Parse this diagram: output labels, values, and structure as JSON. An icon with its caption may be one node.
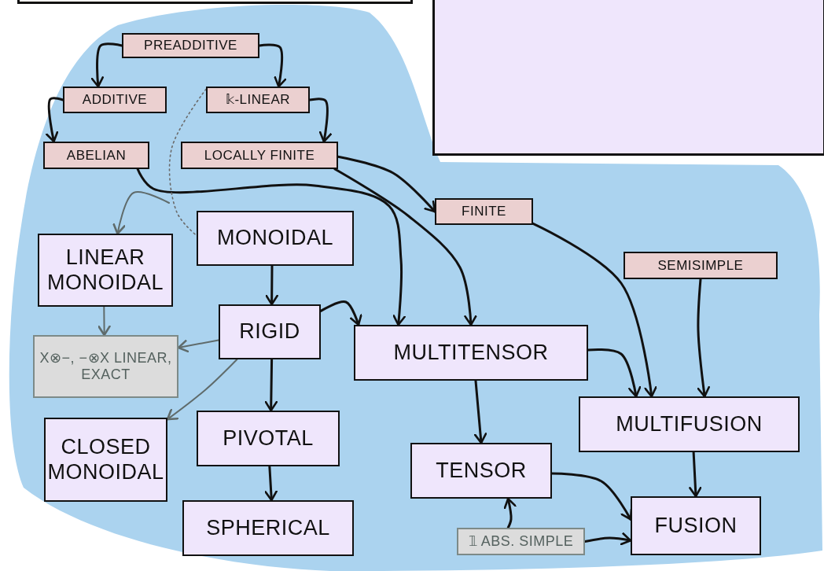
{
  "diagram": {
    "nodes": [
      {
        "text": [],
        "shape": "box"
      },
      {
        "text": [],
        "shape": "box"
      },
      {
        "text": [
          "PREADDITIVE"
        ]
      },
      {
        "text": [
          "ADDITIVE"
        ]
      },
      {
        "text": [
          "𝕜-LINEAR"
        ]
      },
      {
        "text": [
          "ABELIAN"
        ]
      },
      {
        "text": [
          "LOCALLY FINITE"
        ]
      },
      {
        "text": [
          "FINITE"
        ]
      },
      {
        "text": [
          "MONOIDAL"
        ]
      },
      {
        "text": [
          "LINEAR MONOIDAL"
        ]
      },
      {
        "text": [
          "RIGID"
        ]
      },
      {
        "text": [
          "X⊗−, −⊗X LINEAR, EXACT"
        ]
      },
      {
        "text": [
          "MULTITENSOR"
        ]
      },
      {
        "text": [
          "SEMISIMPLE"
        ]
      },
      {
        "text": [
          "CLOSED MONOIDAL"
        ]
      },
      {
        "text": [
          "PIVOTAL"
        ]
      },
      {
        "text": [
          "MULTIFUSION"
        ]
      },
      {
        "text": [
          "TENSOR"
        ]
      },
      {
        "text": [
          "SPHERICAL"
        ]
      },
      {
        "text": [
          "𝟙 ABS. SIMPLE"
        ]
      },
      {
        "text": [
          "FUSION"
        ]
      }
    ],
    "edges": [
      {
        "from": 2,
        "to": 3,
        "arrow": "to"
      },
      {
        "from": 2,
        "to": 4,
        "arrow": "to"
      },
      {
        "from": 3,
        "to": 5,
        "arrow": "to"
      },
      {
        "from": 4,
        "to": 6,
        "arrow": "to"
      },
      {
        "from": 6,
        "to": 7,
        "arrow": "to"
      },
      {
        "from": 6,
        "to": 12,
        "arrow": "to"
      },
      {
        "from": 5,
        "to": 12,
        "arrow": "to"
      },
      {
        "from": 4,
        "to": 8,
        "arrow": "none",
        "style": "dashed",
        "color": "#6b6b6b"
      },
      {
        "from": null,
        "to": 9,
        "arrow": "to",
        "color": "#5f6b6b"
      },
      {
        "from": 8,
        "to": 10,
        "arrow": "to"
      },
      {
        "from": 10,
        "to": 12,
        "arrow": "to"
      },
      {
        "from": 9,
        "to": 11,
        "arrow": "to",
        "color": "#5f6b6b"
      },
      {
        "from": 10,
        "to": 11,
        "arrow": "to",
        "color": "#5f6b6b"
      },
      {
        "from": 10,
        "to": 14,
        "arrow": "to",
        "color": "#5f6b6b"
      },
      {
        "from": 10,
        "to": 15,
        "arrow": "to"
      },
      {
        "from": 15,
        "to": 18,
        "arrow": "to"
      },
      {
        "from": 12,
        "to": 17,
        "arrow": "to"
      },
      {
        "from": 12,
        "to": 16,
        "arrow": "to"
      },
      {
        "from": 7,
        "to": 16,
        "arrow": "to"
      },
      {
        "from": 13,
        "to": 16,
        "arrow": "to"
      },
      {
        "from": 16,
        "to": 20,
        "arrow": "to"
      },
      {
        "from": 17,
        "to": 20,
        "arrow": "to"
      },
      {
        "from": 19,
        "to": 17,
        "arrow": "to"
      },
      {
        "from": 19,
        "to": 20,
        "arrow": "to"
      }
    ]
  }
}
